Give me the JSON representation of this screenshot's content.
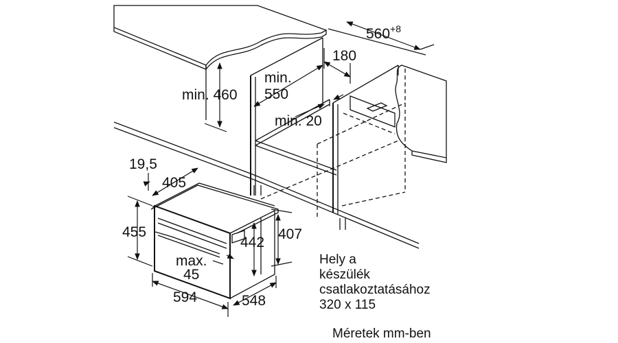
{
  "dimensions": {
    "depth_total": "560",
    "depth_total_tolerance": "+8",
    "rear_gap": "180",
    "min_550_prefix": "min.",
    "min_550_value": "550",
    "min_460": "min. 460",
    "min_20": "min. 20",
    "front_offset": "19,5",
    "top_depth": "405",
    "height_total": "455",
    "inner_height": "442",
    "niche_height": "407",
    "max_45_prefix": "max.",
    "max_45_value": "45",
    "width": "594",
    "depth": "548"
  },
  "connection_note": {
    "line1": "Hely a",
    "line2": "készülék",
    "line3": "csatlakoztatásához",
    "line4": "320 x 115"
  },
  "units_note": "Méretek mm-ben",
  "colors": {
    "line": "#111111",
    "countertop_fill": "#e6e6e6",
    "hatch": "#555555"
  }
}
